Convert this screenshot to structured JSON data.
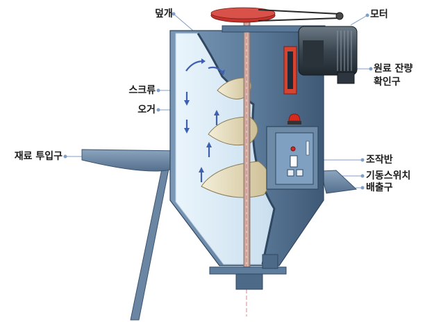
{
  "labels": {
    "lid": "덮개",
    "motor": "모터",
    "level_check_line1": "원료 잔량",
    "level_check_line2": "확인구",
    "screw": "스크류",
    "auger": "오거",
    "material_inlet": "재료 투입구",
    "control_panel": "조작반",
    "start_switch": "기동스위치",
    "outlet": "배출구"
  },
  "colors": {
    "body_blue": "#5f7e9e",
    "body_dark": "#3e5975",
    "inner_light": "#dcedf8",
    "flight_cream": "#ece4c8",
    "belt_red": "#c4322c",
    "leader_line": "#7f9ec6",
    "arrow_blue": "#3f5fb0"
  }
}
